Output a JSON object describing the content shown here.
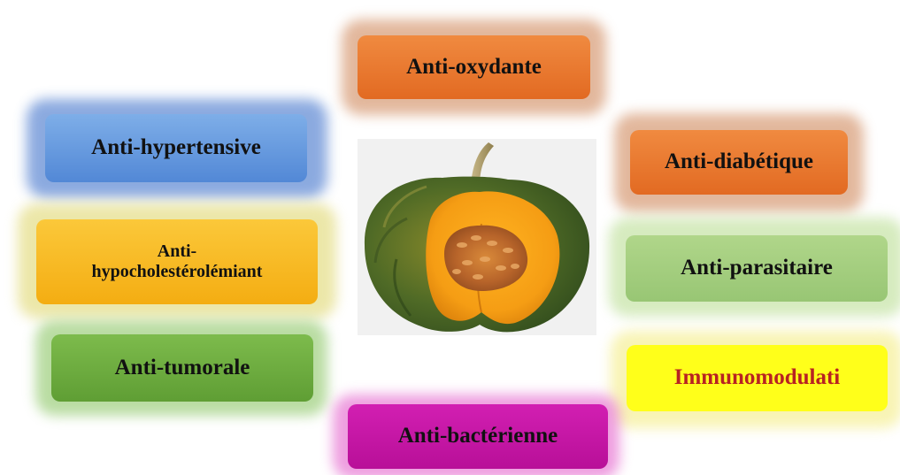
{
  "diagram": {
    "center_image": "pumpkin-slice",
    "properties": [
      {
        "id": "oxydante",
        "label": "Anti-oxydante",
        "color": "#e87a30"
      },
      {
        "id": "hyper",
        "label": "Anti-hypertensive",
        "color": "#6b9ddf"
      },
      {
        "id": "diab",
        "label": "Anti-diabétique",
        "color": "#e87a30"
      },
      {
        "id": "chol",
        "label_line1": "Anti-",
        "label_line2": "hypocholestérolémiant",
        "color": "#f7b924"
      },
      {
        "id": "para",
        "label": "Anti-parasitaire",
        "color": "#a5cf80"
      },
      {
        "id": "tumo",
        "label": "Anti-tumorale",
        "color": "#6bab40"
      },
      {
        "id": "immuno",
        "label": "Immunomodulati",
        "color": "#ffff1a",
        "text_color": "#b82222"
      },
      {
        "id": "bact",
        "label": "Anti-bactérienne",
        "color": "#c417a5"
      }
    ]
  }
}
